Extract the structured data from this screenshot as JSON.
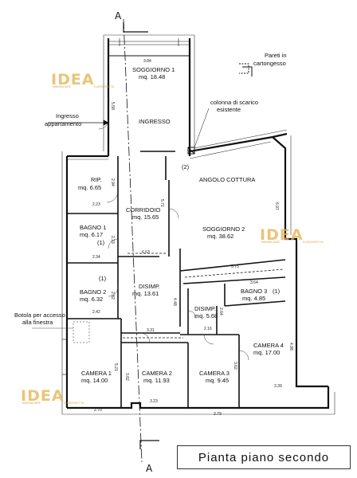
{
  "title": "Pianta piano secondo",
  "section_marks": {
    "top": "A",
    "bottom": "A"
  },
  "logo": {
    "text": "IDEA",
    "subtitle": "IMMOBILIARE",
    "tag": "FUORIGROTTA"
  },
  "notes": {
    "partitions_line1": "Pareti in",
    "partitions_line2": "cartongesso",
    "drain_line1": "colonna di scarico",
    "drain_line2": "esistente",
    "entrance_line1": "Ingresso",
    "entrance_line2": "appartamento",
    "hatch_line1": "Botola per accesso",
    "hatch_line2": "alla finestra"
  },
  "rooms": {
    "soggiorno1": {
      "name": "SOGGIORNO 1",
      "area": "mq. 18.48"
    },
    "ingresso": {
      "name": "INGRESSO"
    },
    "angolo": {
      "name": "ANGOLO COTTURA",
      "tag": "(2)"
    },
    "soggiorno2": {
      "name": "SOGGIORNO 2",
      "area": "mq. 38.62"
    },
    "rip": {
      "name": "RIP.",
      "area": "mq. 6.65"
    },
    "corridoio": {
      "name": "CORRIDOIO",
      "area": "mq. 15.65"
    },
    "bagno1": {
      "name": "BAGNO 1",
      "area": "mq. 6.17",
      "tag": "(1)"
    },
    "bagno2": {
      "name": "BAGNO 2",
      "area": "mq. 6.32",
      "tag": "(1)"
    },
    "disimp1": {
      "name": "DISIMP.",
      "area": "mq. 13.61"
    },
    "disimp2": {
      "name": "DISIMP.",
      "area": "mq. 5.68"
    },
    "bagno3": {
      "name": "BAGNO 3",
      "area": "mq. 4.85",
      "tag": "(1)"
    },
    "camera1": {
      "name": "CAMERA 1",
      "area": "mq. 14.00"
    },
    "camera2": {
      "name": "CAMERA 2",
      "area": "mq. 11.93"
    },
    "camera3": {
      "name": "CAMERA 3",
      "area": "mq. 9.45"
    },
    "camera4": {
      "name": "CAMERA 4",
      "area": "mq. 17.00"
    }
  },
  "dims": {
    "d384": "3.84",
    "d558": "5.58",
    "d294": "2.94",
    "d223": "2.23",
    "d571": "5.71",
    "d697": "6.97",
    "d233": "2.33",
    "d234": "2.34",
    "d653": "6.53",
    "d575": "5.75",
    "d364": "3.64",
    "d282": "2.82",
    "d242": "2.42",
    "d448": "4.48",
    "d264": "2.64",
    "d331": "3.31",
    "d216": "2.16",
    "d498": "4.98",
    "d521": "5.21",
    "d362": "3.62",
    "d382": "3.82",
    "d339": "3.39",
    "d270": "2.70",
    "d323": "3.23",
    "d279": "2.79"
  }
}
